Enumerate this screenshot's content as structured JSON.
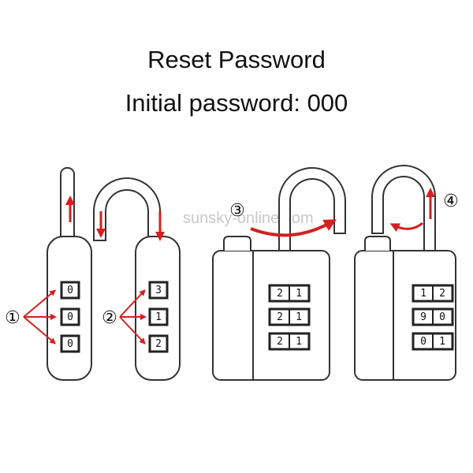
{
  "title": "Reset Password",
  "subtitle": "Initial password: 000",
  "steps": [
    "①",
    "②",
    "③",
    "④"
  ],
  "watermark": "sunsky-online.com",
  "lock1_digits": [
    "0",
    "0",
    "0"
  ],
  "lock2_digits": [
    "3",
    "1",
    "2"
  ],
  "lock3_rows": [
    [
      "2",
      "1"
    ],
    [
      "2",
      "1"
    ],
    [
      "2",
      "1"
    ]
  ],
  "lock4_rows": [
    [
      "1",
      "2"
    ],
    [
      "9",
      "0"
    ],
    [
      "0",
      "1"
    ]
  ],
  "colors": {
    "arrow": "#d42020",
    "outline": "#333333"
  }
}
